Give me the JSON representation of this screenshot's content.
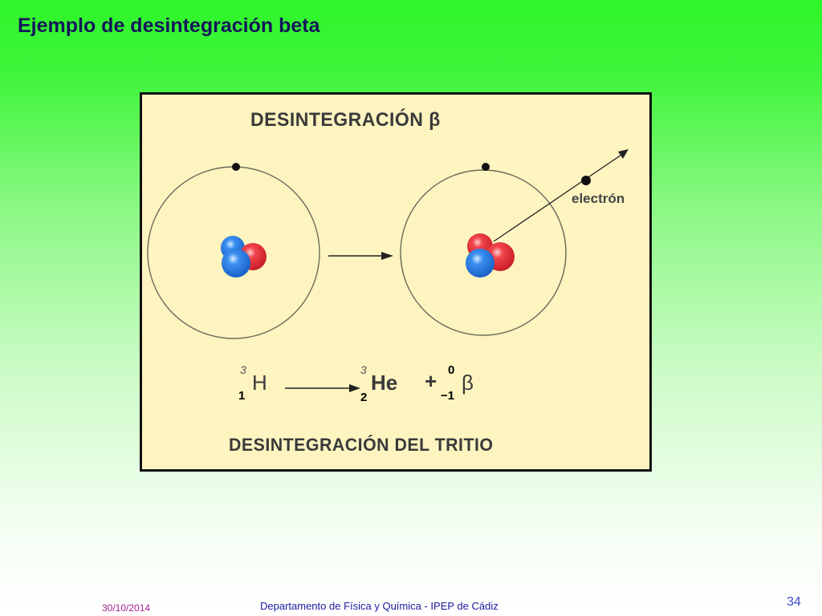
{
  "slide": {
    "title": "Ejemplo de desintegración beta",
    "page_number": "34"
  },
  "figure": {
    "heading": "DESINTEGRACIÓN β",
    "electron_label": "electrón",
    "caption": "DESINTEGRACIÓN DEL TRITIO",
    "equation": {
      "reactant_symbol": "H",
      "reactant_mass": "3",
      "reactant_atomic": "1",
      "product_symbol": "He",
      "product_mass": "3",
      "product_atomic": "2",
      "plus": "+",
      "beta_symbol": "β",
      "beta_upper": "0",
      "beta_lower": "−1"
    },
    "colors": {
      "proton": "#e8323c",
      "neutron": "#2a7de1",
      "frame_bg": "#fdf4c0"
    }
  },
  "footer": {
    "date": "30/10/2014",
    "department": "Departamento de Física y Química -  IPEP de Cádiz"
  }
}
